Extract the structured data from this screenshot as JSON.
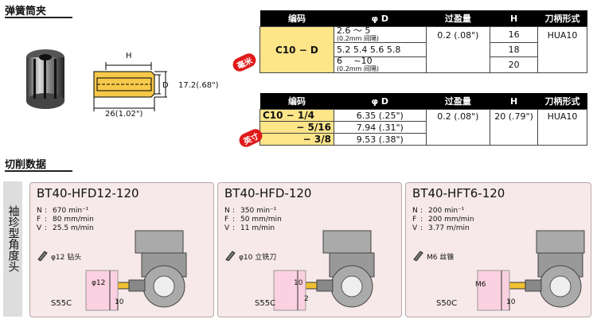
{
  "section1_title": "弹簧筒夹",
  "section2_title": "切削数据",
  "diagram": {
    "h_label": "H",
    "d_label": "D",
    "height_dim": "17.2(.68\")",
    "length_dim": "26(1.02\")"
  },
  "metric_table": {
    "headers": [
      "编码",
      "φ D",
      "过盈量",
      "H",
      "刀柄形式"
    ],
    "badge": "毫米",
    "code": "C10 − D",
    "rows": [
      {
        "d": "2.6 ～ 5",
        "d_note": "(0.2mm 间隔)",
        "h": "16"
      },
      {
        "d": "5.2 5.4 5.6 5.8",
        "d_note": "",
        "h": "18"
      },
      {
        "d": "6 　~10",
        "d_note": "(0.2mm 间隔)",
        "h": "20"
      }
    ],
    "interference": "0.2 (.08\")",
    "shank": "HUA10"
  },
  "inch_table": {
    "headers": [
      "编码",
      "φ D",
      "过盈量",
      "H",
      "刀柄形式"
    ],
    "badge": "英寸",
    "rows": [
      {
        "code": "C10 − 1/4",
        "d": "6.35 (.25\")"
      },
      {
        "code": "− 5/16",
        "d": "7.94 (.31\")"
      },
      {
        "code": "− 3/8",
        "d": "9.53 (.38\")"
      }
    ],
    "interference": "0.2 (.08\")",
    "h": "20 (.79\")",
    "shank": "HUA10"
  },
  "side_label": "袖珍型角度头",
  "cards": [
    {
      "title": "BT40-HFD12-120",
      "n": "670",
      "n_unit": "min⁻¹",
      "f": "80",
      "f_unit": "mm/min",
      "v": "25.5",
      "v_unit": "m/min",
      "tool_size": "φ12",
      "tool_type": "钻头",
      "material": "S55C",
      "dim_a": "φ12",
      "dim_b": "10"
    },
    {
      "title": "BT40-HFD-120",
      "n": "350",
      "n_unit": "min⁻¹",
      "f": "50",
      "f_unit": "mm/min",
      "v": "11",
      "v_unit": "m/min",
      "tool_size": "φ10",
      "tool_type": "立铣刀",
      "material": "S55C",
      "dim_a": "10",
      "dim_b": "2"
    },
    {
      "title": "BT40-HFT6-120",
      "n": "200",
      "n_unit": "min⁻¹",
      "f": "200",
      "f_unit": "mm/min",
      "v": "3.77",
      "v_unit": "m/min",
      "tool_size": "M6",
      "tool_type": "丝锥",
      "material": "S50C",
      "dim_a": "M6",
      "dim_b": "10"
    }
  ],
  "param_labels": {
    "n": "N",
    "f": "F",
    "v": "V",
    "colon": ":"
  }
}
